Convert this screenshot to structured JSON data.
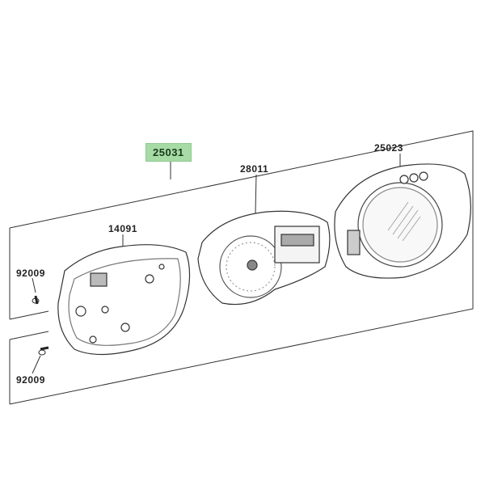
{
  "assembly": {
    "part_number": "25031",
    "highlight_color": "#a6dba6"
  },
  "parts": [
    {
      "part_number": "25023"
    },
    {
      "part_number": "28011"
    },
    {
      "part_number": "14091"
    },
    {
      "part_number": "92009"
    },
    {
      "part_number": "92009"
    }
  ]
}
